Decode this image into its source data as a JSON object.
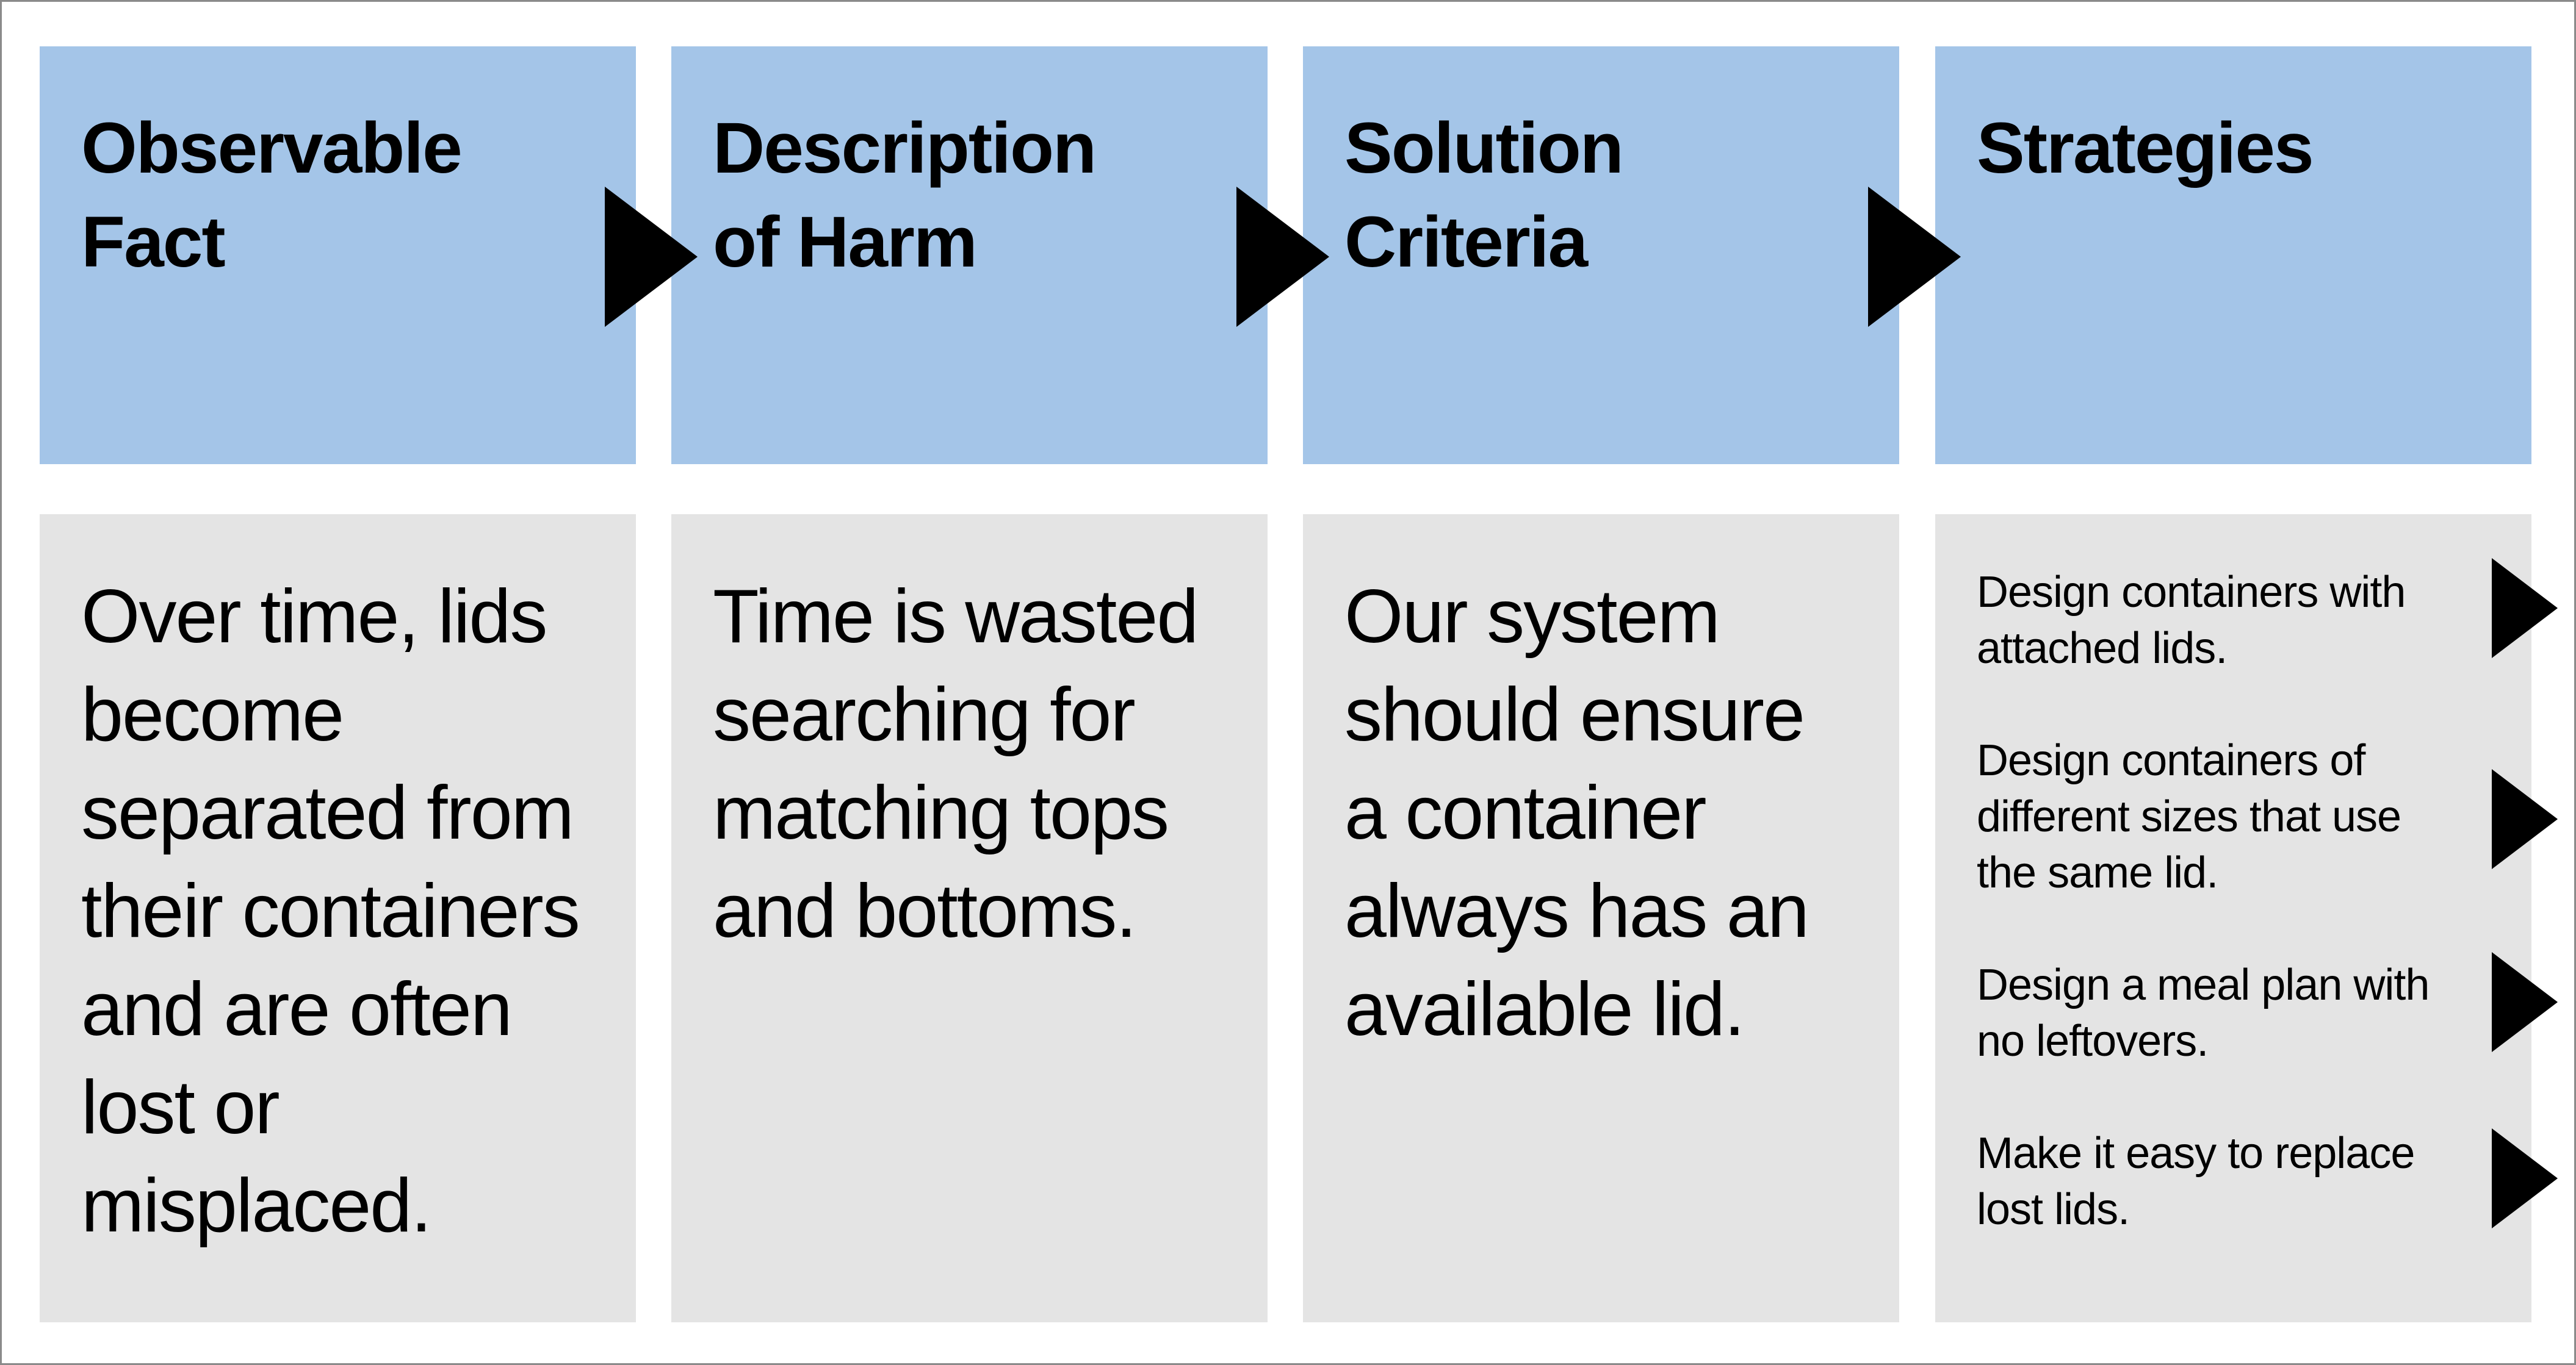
{
  "columns": [
    {
      "header": "Observable\nFact",
      "body": "Over time, lids become separated from their containers and are often lost or misplaced."
    },
    {
      "header": "Description\nof Harm",
      "body": "Time is wasted searching for matching tops and bottoms."
    },
    {
      "header": "Solution\nCriteria",
      "body": "Our system should ensure a container always has an available lid."
    },
    {
      "header": "Strategies",
      "items": [
        "Design containers with attached lids.",
        "Design containers of different sizes that use the same lid.",
        "Design a meal plan with no leftovers.",
        "Make it easy to replace lost lids."
      ]
    }
  ],
  "colors": {
    "header_fill": "#a4c5e8",
    "body_fill": "#e4e4e4",
    "arrow": "#000000",
    "text": "#000000"
  }
}
